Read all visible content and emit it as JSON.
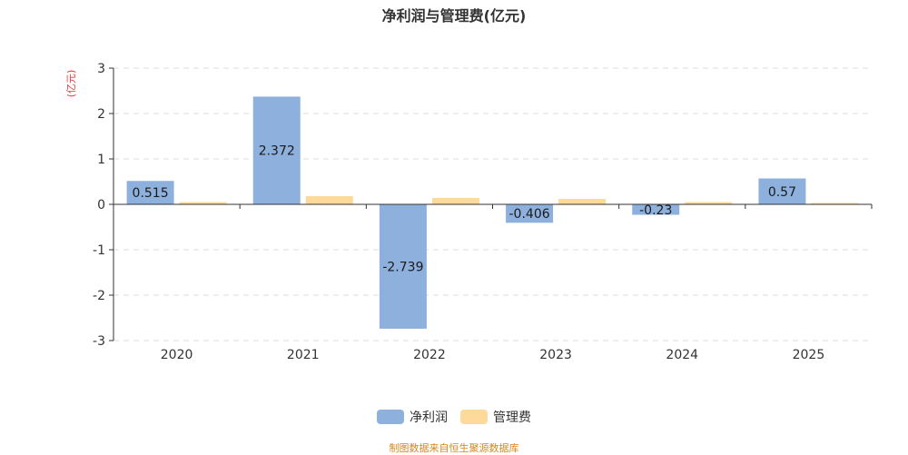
{
  "chart_data": {
    "type": "bar",
    "title": "净利润与管理费(亿元)",
    "ylabel": "(亿元)",
    "categories": [
      "2020",
      "2021",
      "2022",
      "2023",
      "2024",
      "2025"
    ],
    "series": [
      {
        "name": "净利润",
        "values": [
          0.515,
          2.372,
          -2.739,
          -0.406,
          -0.23,
          0.57
        ],
        "color": "#8eb0dd",
        "labels": [
          "0.515",
          "2.372",
          "-2.739",
          "-0.406",
          "-0.23",
          "0.57"
        ]
      },
      {
        "name": "管理费",
        "values": [
          0.05,
          0.18,
          0.14,
          0.12,
          0.05,
          0.03
        ],
        "color": "#fdd99a"
      }
    ],
    "ylim": [
      -3,
      3
    ],
    "yticks": [
      "-3",
      "-2",
      "-1",
      "0",
      "1",
      "2",
      "3"
    ],
    "grid": true,
    "legend_position": "bottom"
  },
  "source_note": "制图数据来自恒生聚源数据库"
}
